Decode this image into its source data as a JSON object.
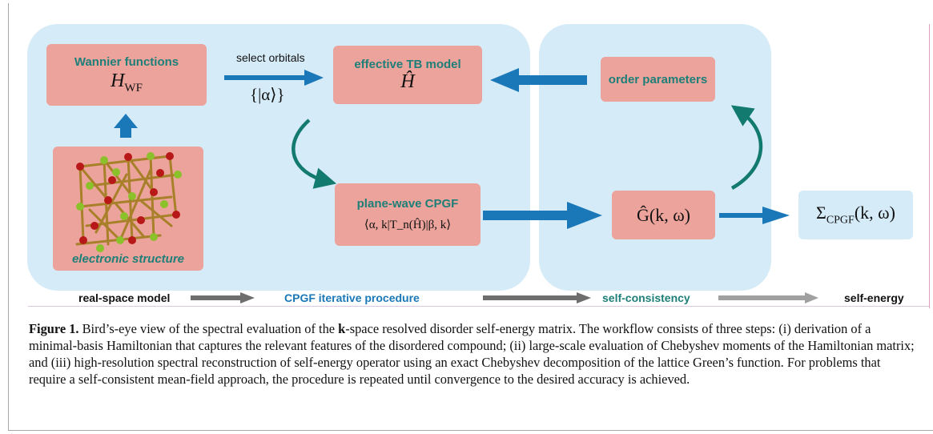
{
  "figure": {
    "boxes": {
      "wannier": {
        "title": "Wannier functions",
        "math": "H",
        "sub": "WF"
      },
      "tb": {
        "title": "effective TB model",
        "math": "Ĥ"
      },
      "order": {
        "title": "order parameters"
      },
      "cpgf": {
        "title": "plane-wave CPGF",
        "math": "⟨α, k|T_n(Ĥ)|β, k⟩"
      },
      "green": {
        "math": "Ĝ(k, ω)"
      },
      "electronic": {
        "title": "electronic structure"
      },
      "sigma": {
        "math": "Σ",
        "sub": "CPGF",
        "args": "(k, ω)"
      }
    },
    "arrow_labels": {
      "select": "select orbitals",
      "alpha_set": "{|α⟩}"
    },
    "stages": [
      "real-space model",
      "CPGF iterative procedure",
      "self-consistency",
      "self-energy"
    ],
    "colors": {
      "panel": "#d5ebf8",
      "box": "#eba39b",
      "arrow": "#1a78b8",
      "curve": "#137a70",
      "title_text": "#1e7f78",
      "stage_arrow": "#6e6e6e"
    }
  },
  "caption": {
    "label": "Figure 1.",
    "text_a": " Bird’s-eye view of the spectral evaluation of the ",
    "bold_k": "k",
    "text_b": "-space resolved disorder self-energy matrix. The workflow consists of three steps: (i) derivation of a minimal-basis Hamiltonian that captures the relevant features of the disordered compound; (ii) large-scale evaluation of Chebyshev moments of the Hamiltonian matrix; and (iii) high-resolution spectral reconstruction of self-energy operator using an exact Chebyshev decomposition of the lattice Green’s function. For problems that require a self-consistent mean-field approach, the procedure is repeated until convergence to the desired accuracy is achieved."
  }
}
